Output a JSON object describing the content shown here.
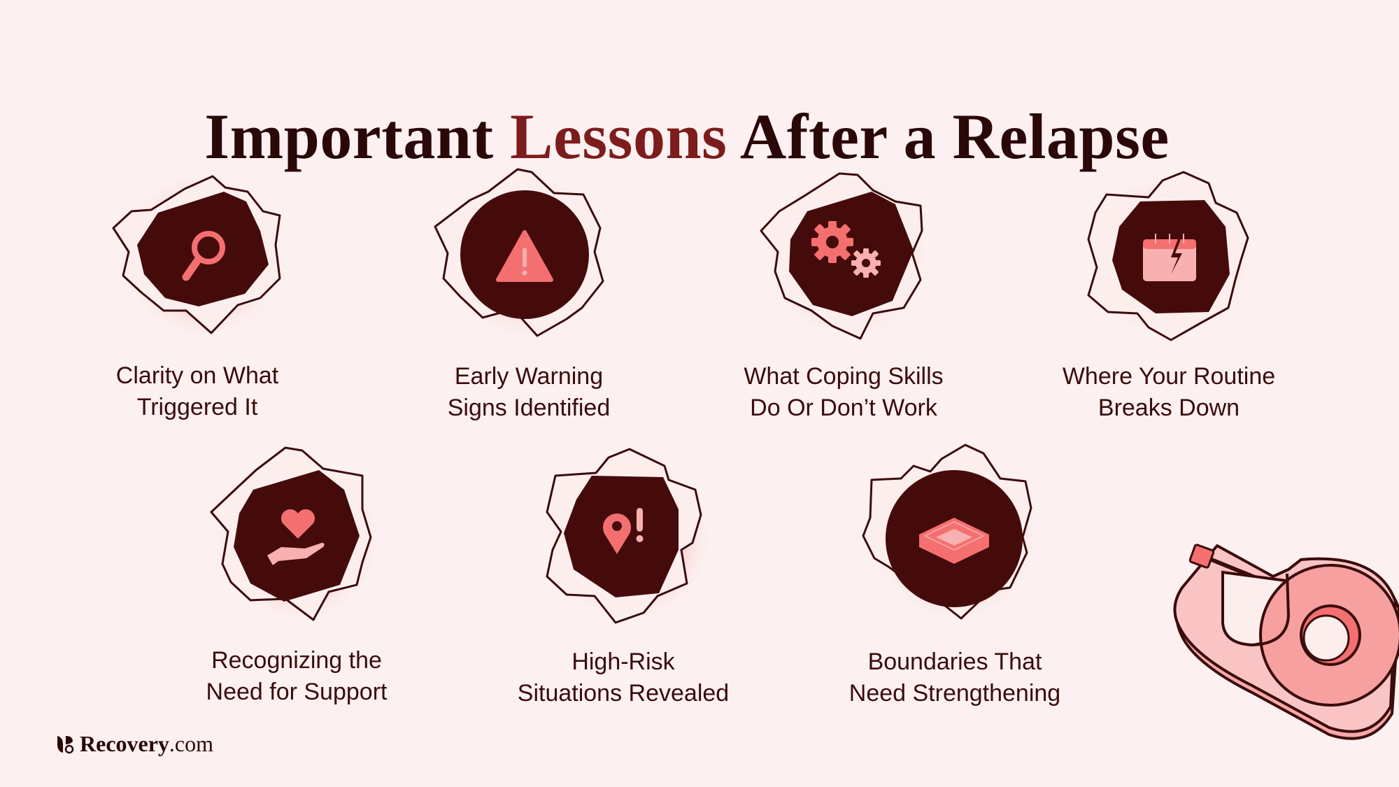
{
  "title": {
    "part1": "Important ",
    "accent": "Lessons",
    "part2": " After a Relapse"
  },
  "colors": {
    "background": "#fdf0f0",
    "title_dark": "#2a0808",
    "title_accent": "#7c1c1c",
    "hole": "#450b0b",
    "icon": "#f47070",
    "icon_light": "#f9b0b0",
    "outline": "#3a0c0c"
  },
  "lessons": [
    {
      "icon": "magnifying-glass-icon",
      "line1": "Clarity on What",
      "line2": "Triggered It"
    },
    {
      "icon": "warning-triangle-icon",
      "line1": "Early Warning",
      "line2": "Signs Identified"
    },
    {
      "icon": "gears-icon",
      "line1": "What Coping Skills",
      "line2": "Do Or Don’t Work"
    },
    {
      "icon": "broken-calendar-icon",
      "line1": "Where Your Routine",
      "line2": "Breaks Down"
    },
    {
      "icon": "hand-heart-icon",
      "line1": "Recognizing the",
      "line2": "Need for Support"
    },
    {
      "icon": "map-pin-alert-icon",
      "line1": "High-Risk",
      "line2": "Situations Revealed"
    },
    {
      "icon": "open-box-icon",
      "line1": "Boundaries That",
      "line2": "Need Strengthening"
    }
  ],
  "logo": {
    "brand": "Recovery",
    "tld": ".com"
  },
  "decoration": "tape-dispenser-illustration"
}
